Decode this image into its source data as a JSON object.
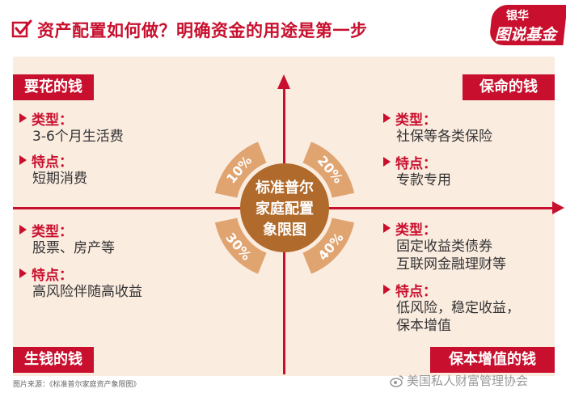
{
  "header": {
    "title": "资产配置如何做？明确资金的用途是第一步",
    "logo_top": "银华",
    "logo_bottom": "图说基金"
  },
  "quadrants": {
    "top_left": {
      "tag": "要花的钱",
      "type_label": "类型：",
      "type_value": "3-6个月生活费",
      "feature_label": "特点：",
      "feature_value": "短期消费"
    },
    "top_right": {
      "tag": "保命的钱",
      "type_label": "类型：",
      "type_value": "社保等各类保险",
      "feature_label": "特点：",
      "feature_value": "专款专用"
    },
    "bottom_left": {
      "tag": "生钱的钱",
      "type_label": "类型：",
      "type_value": "股票、房产等",
      "feature_label": "特点：",
      "feature_value": "高风险伴随高收益"
    },
    "bottom_right": {
      "tag": "保本增值的钱",
      "type_label": "类型：",
      "type_value_1": "固定收益类债券",
      "type_value_2": "互联网金融理财等",
      "feature_label": "特点：",
      "feature_value_1": "低风险，稳定收益，",
      "feature_value_2": "保本增值"
    }
  },
  "center": {
    "line1": "标准普尔",
    "line2": "家庭配置",
    "line3": "象限图",
    "segments": [
      {
        "quadrant": "top-left",
        "label": "10%",
        "share": 0.1
      },
      {
        "quadrant": "top-right",
        "label": "20%",
        "share": 0.2
      },
      {
        "quadrant": "bottom-left",
        "label": "30%",
        "share": 0.3
      },
      {
        "quadrant": "bottom-right",
        "label": "40%",
        "share": 0.4
      }
    ]
  },
  "footer": {
    "source": "图片来源：《标准普尔家庭资产象限图》",
    "watermark": "美国私人财富管理协会"
  },
  "colors": {
    "accent": "#c8102e",
    "panel": "#fbece0",
    "ring_light": "#e0a470",
    "ring_dark": "#b06a2c"
  }
}
